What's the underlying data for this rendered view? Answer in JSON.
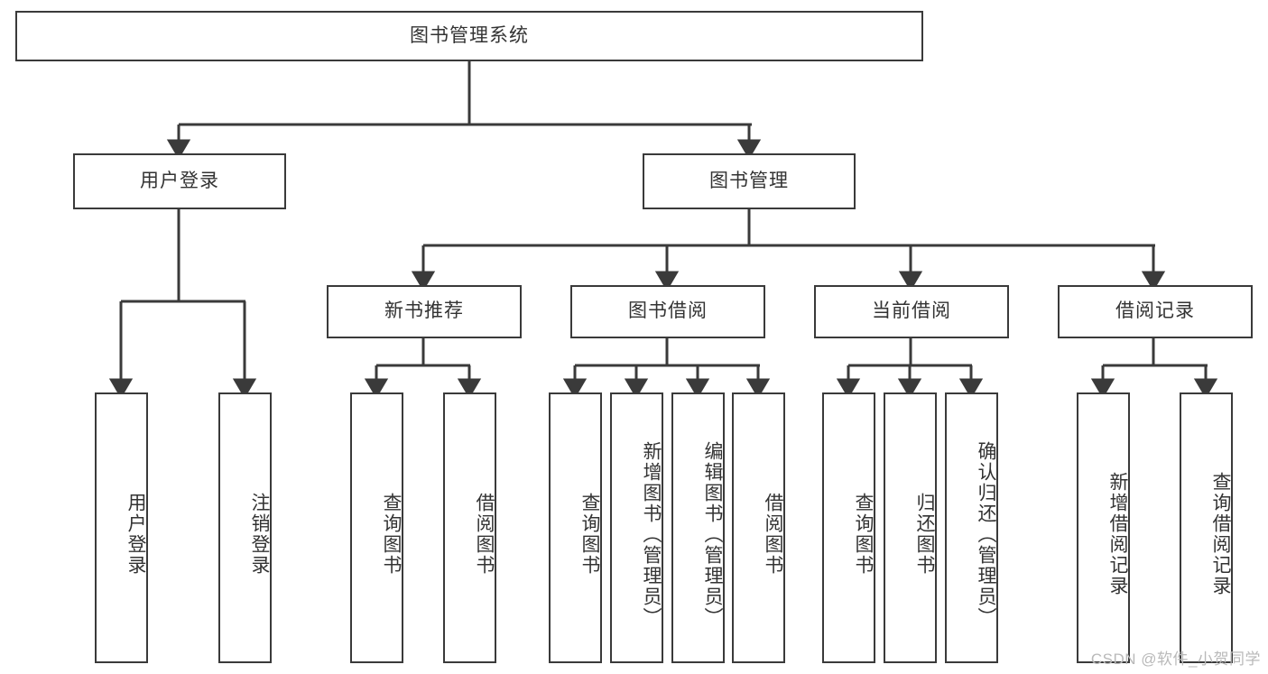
{
  "diagram": {
    "type": "tree-hierarchy",
    "title": "图书管理系统",
    "root": {
      "id": "root",
      "label": "图书管理系统",
      "orientation": "horizontal"
    },
    "level2": [
      {
        "id": "user-login",
        "label": "用户登录",
        "orientation": "horizontal"
      },
      {
        "id": "book-management",
        "label": "图书管理",
        "orientation": "horizontal"
      }
    ],
    "level3": [
      {
        "id": "new-book-recommend",
        "label": "新书推荐",
        "orientation": "horizontal",
        "parent": "book-management"
      },
      {
        "id": "book-borrow",
        "label": "图书借阅",
        "orientation": "horizontal",
        "parent": "book-management"
      },
      {
        "id": "current-borrow",
        "label": "当前借阅",
        "orientation": "horizontal",
        "parent": "book-management"
      },
      {
        "id": "borrow-record",
        "label": "借阅记录",
        "orientation": "horizontal",
        "parent": "book-management"
      }
    ],
    "leaves": [
      {
        "id": "leaf-user-login",
        "label": "用户登录",
        "orientation": "vertical",
        "parent": "user-login"
      },
      {
        "id": "leaf-logout-login",
        "label": "注销登录",
        "orientation": "vertical",
        "parent": "user-login"
      },
      {
        "id": "leaf-query-book-1",
        "label": "查询图书",
        "orientation": "vertical",
        "parent": "new-book-recommend"
      },
      {
        "id": "leaf-borrow-book-1",
        "label": "借阅图书",
        "orientation": "vertical",
        "parent": "new-book-recommend"
      },
      {
        "id": "leaf-query-book-2",
        "label": "查询图书",
        "orientation": "vertical",
        "parent": "book-borrow"
      },
      {
        "id": "leaf-add-book",
        "label": "新增图书（管理员）",
        "orientation": "vertical",
        "parent": "book-borrow"
      },
      {
        "id": "leaf-edit-book",
        "label": "编辑图书（管理员）",
        "orientation": "vertical",
        "parent": "book-borrow"
      },
      {
        "id": "leaf-borrow-book-2",
        "label": "借阅图书",
        "orientation": "vertical",
        "parent": "book-borrow"
      },
      {
        "id": "leaf-query-book-3",
        "label": "查询图书",
        "orientation": "vertical",
        "parent": "current-borrow"
      },
      {
        "id": "leaf-return-book",
        "label": "归还图书",
        "orientation": "vertical",
        "parent": "current-borrow"
      },
      {
        "id": "leaf-confirm-return",
        "label": "确认归还（管理员）",
        "orientation": "vertical",
        "parent": "current-borrow"
      },
      {
        "id": "leaf-add-record",
        "label": "新增借阅记录",
        "orientation": "vertical",
        "parent": "borrow-record"
      },
      {
        "id": "leaf-query-record",
        "label": "查询借阅记录",
        "orientation": "vertical",
        "parent": "borrow-record"
      }
    ],
    "watermark": "CSDN @软件_小贺同学",
    "colors": {
      "stroke": "#3a3a3a",
      "fill": "#ffffff",
      "text": "#333333",
      "watermark": "#b9b9b9"
    }
  }
}
